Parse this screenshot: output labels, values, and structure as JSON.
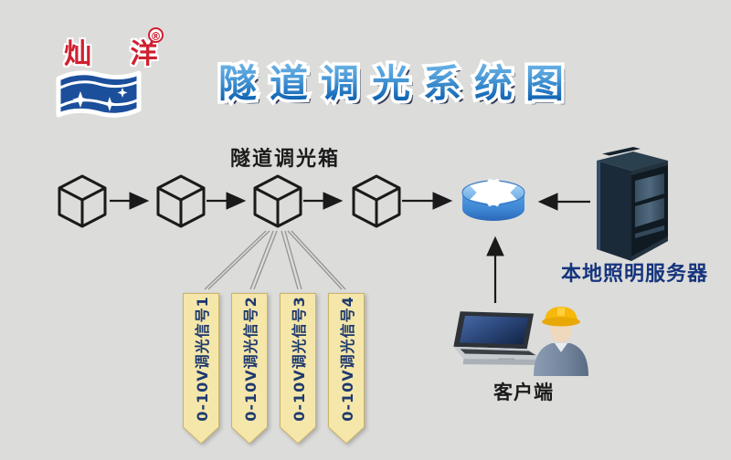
{
  "logo": {
    "brand_text": "灿 洋",
    "registered": "®"
  },
  "header": {
    "title": "隧道调光系统图"
  },
  "diagram": {
    "dimmer_box_label": "隧道调光箱",
    "node_count": 4,
    "signal_banners": [
      "0-10V调光信号1",
      "0-10V调光信号2",
      "0-10V调光信号3",
      "0-10V调光信号4"
    ],
    "server_label": "本地照明服务器",
    "client_label": "客户端"
  },
  "colors": {
    "background": "#dcdcda",
    "title_blue_top": "#7fc2ec",
    "title_blue_bottom": "#0d57a7",
    "title_outline": "#ffffff",
    "title_shadow": "#333d58",
    "logo_red": "#cf2030",
    "logo_flag_blue": "#1b4f9b",
    "banner_fill": "#f5e6aa",
    "banner_border": "#c9b26b",
    "banner_text": "#1e3a6e",
    "server_label_blue": "#16357d",
    "black_label": "#1b1b1b",
    "line_black": "#1a1a1a",
    "connector_gray": "#949494",
    "router_blue": "#3c86d3"
  }
}
